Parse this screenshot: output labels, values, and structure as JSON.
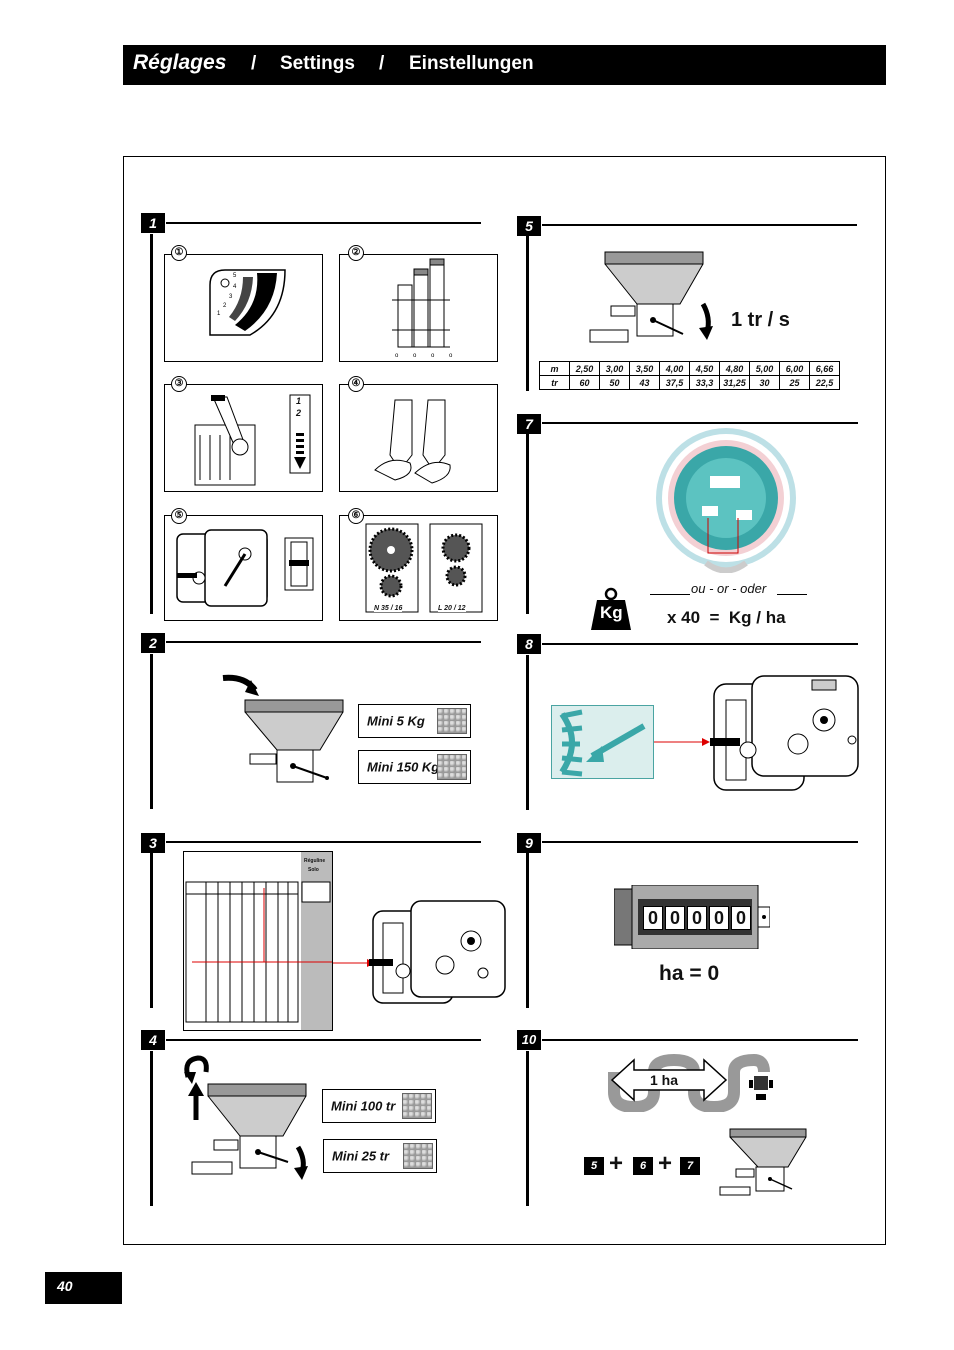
{
  "header": {
    "title_fr": "Réglages",
    "sep1": "/",
    "title_en": "Settings",
    "sep2": "/",
    "title_de": "Einstellungen"
  },
  "steps": {
    "s1": "1",
    "s2": "2",
    "s3": "3",
    "s4": "4",
    "s5": "5",
    "s7": "7",
    "s8": "8",
    "s9": "9",
    "s10": "10"
  },
  "panels": {
    "p1": "①",
    "p2": "②",
    "p3": "③",
    "p4": "④",
    "p5": "⑤",
    "p6": "⑥"
  },
  "panel3_numbers": [
    "1",
    "2"
  ],
  "gears": {
    "left": "N 35 / 16",
    "right": "L 20 / 12"
  },
  "step2_labels": [
    "Mini 5 Kg",
    "Mini 150 Kg"
  ],
  "step3_table": {
    "title1": "Réguline",
    "title2": "Solo"
  },
  "step4_labels": [
    "Mini 100 tr",
    "Mini 25 tr"
  ],
  "step5": {
    "rate": "1 tr / s",
    "row_m_label": "m",
    "row_tr_label": "tr",
    "m_values": [
      "2,50",
      "3,00",
      "3,50",
      "4,00",
      "4,50",
      "4,80",
      "5,00",
      "6,00",
      "6,66"
    ],
    "tr_values": [
      "60",
      "50",
      "43",
      "37,5",
      "33,3",
      "31,25",
      "30",
      "25",
      "22,5"
    ]
  },
  "step7": {
    "or_text": "ou - or - oder",
    "formula": "x 40  =  Kg / ha",
    "weight_label": "Kg"
  },
  "step9": {
    "digits": [
      "0",
      "0",
      "0",
      "0",
      "0"
    ],
    "reset": "ha = 0"
  },
  "step10": {
    "area": "1 ha",
    "sum_a": "5",
    "plus1": "+",
    "sum_b": "6",
    "plus2": "+",
    "sum_c": "7"
  },
  "page_number": "40"
}
